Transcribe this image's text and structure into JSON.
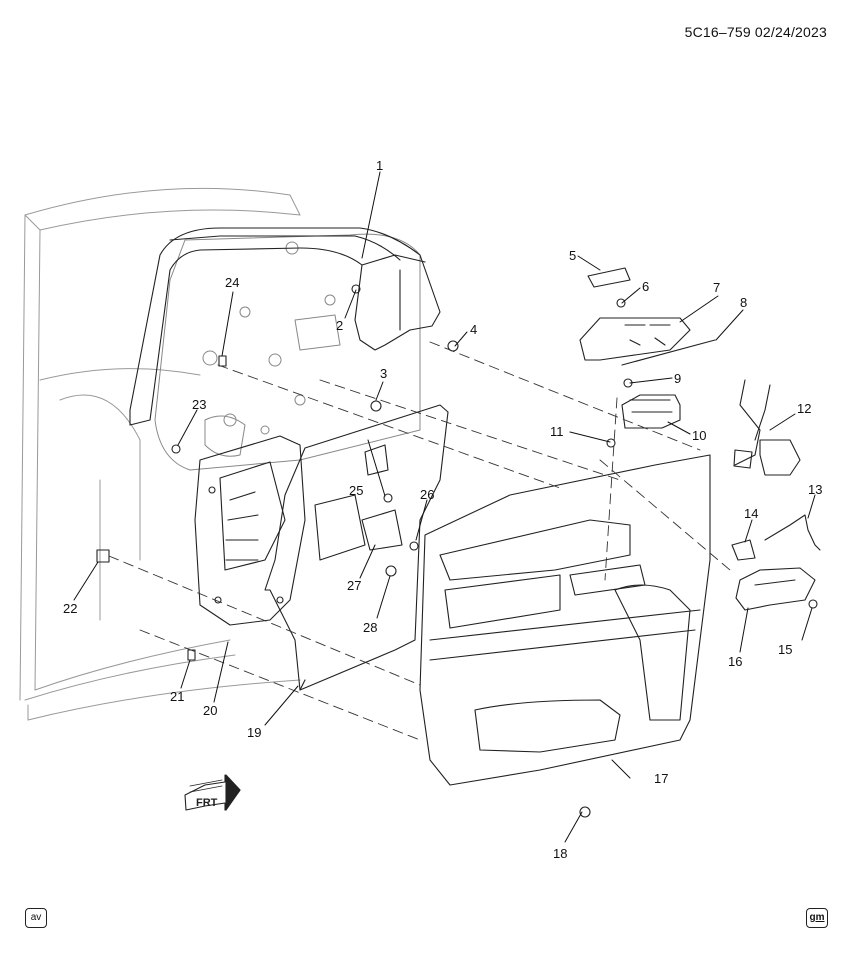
{
  "header": {
    "code": "5C16–759 02/24/2023"
  },
  "direction": {
    "label": "FRT"
  },
  "badges": {
    "left": "av",
    "right": "gm"
  },
  "callouts": [
    "1",
    "2",
    "3",
    "4",
    "5",
    "6",
    "7",
    "8",
    "9",
    "10",
    "11",
    "12",
    "13",
    "14",
    "15",
    "16",
    "17",
    "18",
    "19",
    "20",
    "21",
    "22",
    "23",
    "24",
    "25",
    "26",
    "27",
    "28"
  ]
}
